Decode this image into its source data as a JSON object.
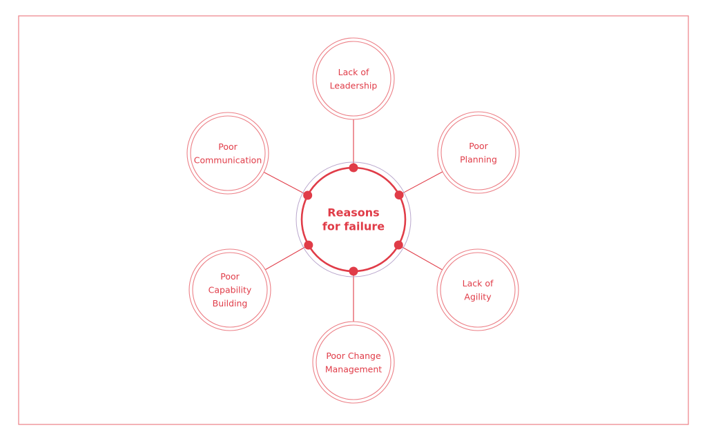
{
  "colors": {
    "accent": "#e03c48",
    "ring": "#ec7f86",
    "inner_ring": "#b9a6cc",
    "frame": "#ec7f86",
    "background": "#ffffff"
  },
  "center": {
    "lines": [
      "Reasons",
      "for failure"
    ]
  },
  "nodes": [
    {
      "id": "lack-of-leadership",
      "lines": [
        "Lack of",
        "Leadership"
      ]
    },
    {
      "id": "poor-planning",
      "lines": [
        "Poor",
        "Planning"
      ]
    },
    {
      "id": "lack-of-agility",
      "lines": [
        "Lack of",
        "Agility"
      ]
    },
    {
      "id": "poor-change-management",
      "lines": [
        "Poor Change",
        "Management"
      ]
    },
    {
      "id": "poor-capability-building",
      "lines": [
        "Poor",
        "Capability",
        "Building"
      ]
    },
    {
      "id": "poor-communication",
      "lines": [
        "Poor",
        "Communication"
      ]
    }
  ]
}
